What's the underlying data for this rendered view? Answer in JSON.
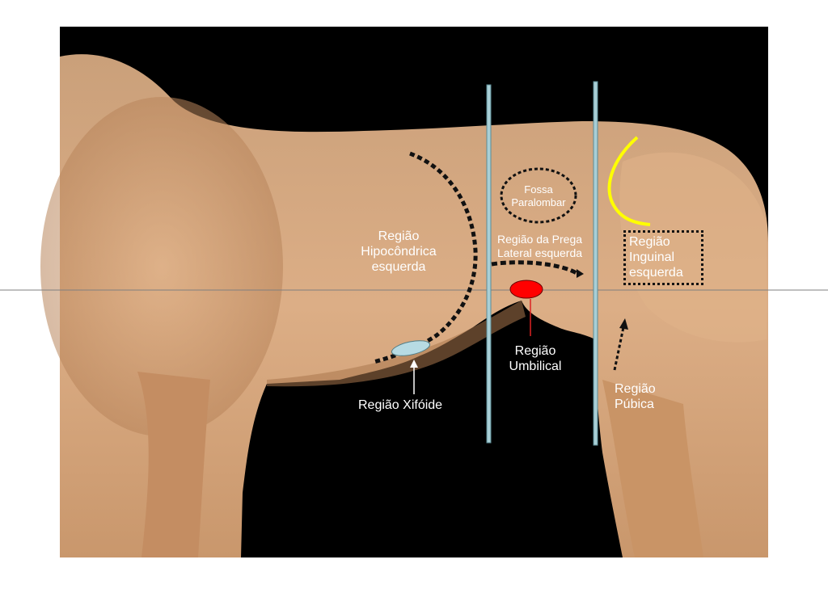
{
  "regions": {
    "hipocondrica": [
      "Região",
      "Hipocôndrica",
      "esquerda"
    ],
    "fossa": [
      "Fossa",
      "Paralombar"
    ],
    "prega": [
      "Região da Prega",
      "Lateral esquerda"
    ],
    "inguinal": [
      "Região",
      "Inguinal",
      "esquerda"
    ],
    "umbilical": [
      "Região",
      "Umbilical"
    ],
    "xifoide": "Região Xifóide",
    "pubica": [
      "Região",
      "Púbica"
    ]
  },
  "colors": {
    "background": "#000000",
    "coat": "#d8a57c",
    "coat_shadow": "#b98256",
    "divider": "#a9cfd6",
    "umbilical_marker": "#ff0000",
    "xifoide_marker": "#b7dbe3",
    "inguinal_curve": "#ffff00",
    "dotted_lines": "#111111",
    "label_text": "#ffffff"
  }
}
